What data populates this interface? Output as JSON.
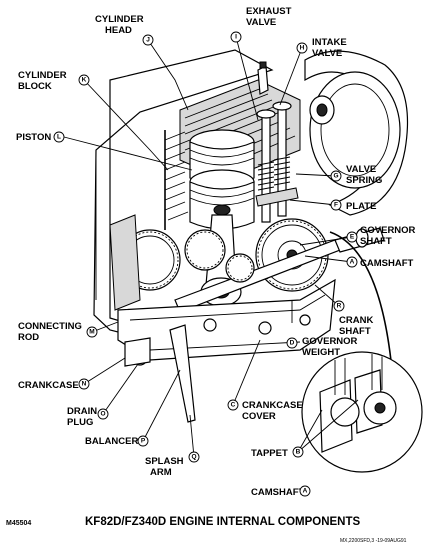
{
  "labels": {
    "cylinder_head": {
      "line1": "CYLINDER",
      "line2": "HEAD",
      "badge": "J"
    },
    "cylinder_block": {
      "line1": "CYLINDER",
      "line2": "BLOCK",
      "badge": "K"
    },
    "piston": {
      "line1": "PISTON",
      "badge": "L"
    },
    "exhaust_valve": {
      "line1": "EXHAUST",
      "line2": "VALVE",
      "badge": "I"
    },
    "intake_valve": {
      "line1": "INTAKE",
      "line2": "VALVE",
      "badge": "H"
    },
    "valve_spring": {
      "line1": "VALVE",
      "line2": "SPRING",
      "badge": "G"
    },
    "plate": {
      "line1": "PLATE",
      "badge": "F"
    },
    "governor_shaft": {
      "line1": "GOVERNOR",
      "line2": "SHAFT",
      "badge": "E"
    },
    "camshaft": {
      "line1": "CAMSHAFT",
      "badge": "A"
    },
    "crank_shaft": {
      "line1": "CRANK",
      "line2": "SHAFT",
      "badge": "R"
    },
    "governor_weight": {
      "line1": "GOVERNOR",
      "line2": "WEIGHT",
      "badge": "D"
    },
    "connecting_rod": {
      "line1": "CONNECTING",
      "line2": "ROD",
      "badge": "M"
    },
    "crankcase": {
      "line1": "CRANKCASE",
      "badge": "N"
    },
    "drain_plug": {
      "line1": "DRAIN",
      "line2": "PLUG",
      "badge": "O"
    },
    "crankcase_cover": {
      "line1": "CRANKCASE",
      "line2": "COVER",
      "badge": "C"
    },
    "balancer": {
      "line1": "BALANCER",
      "badge": "P"
    },
    "splash_arm": {
      "line1": "SPLASH",
      "line2": "ARM",
      "badge": "Q"
    },
    "tappet": {
      "line1": "TAPPET",
      "badge": "B"
    },
    "camshaft_inset": {
      "line1": "CAMSHAFT",
      "badge": "A"
    }
  },
  "figure_code": "M45504",
  "title": "KF82D/FZ340D ENGINE INTERNAL COMPONENTS",
  "footer_code": "MX,2200SFD,3   -19-09AUG91"
}
